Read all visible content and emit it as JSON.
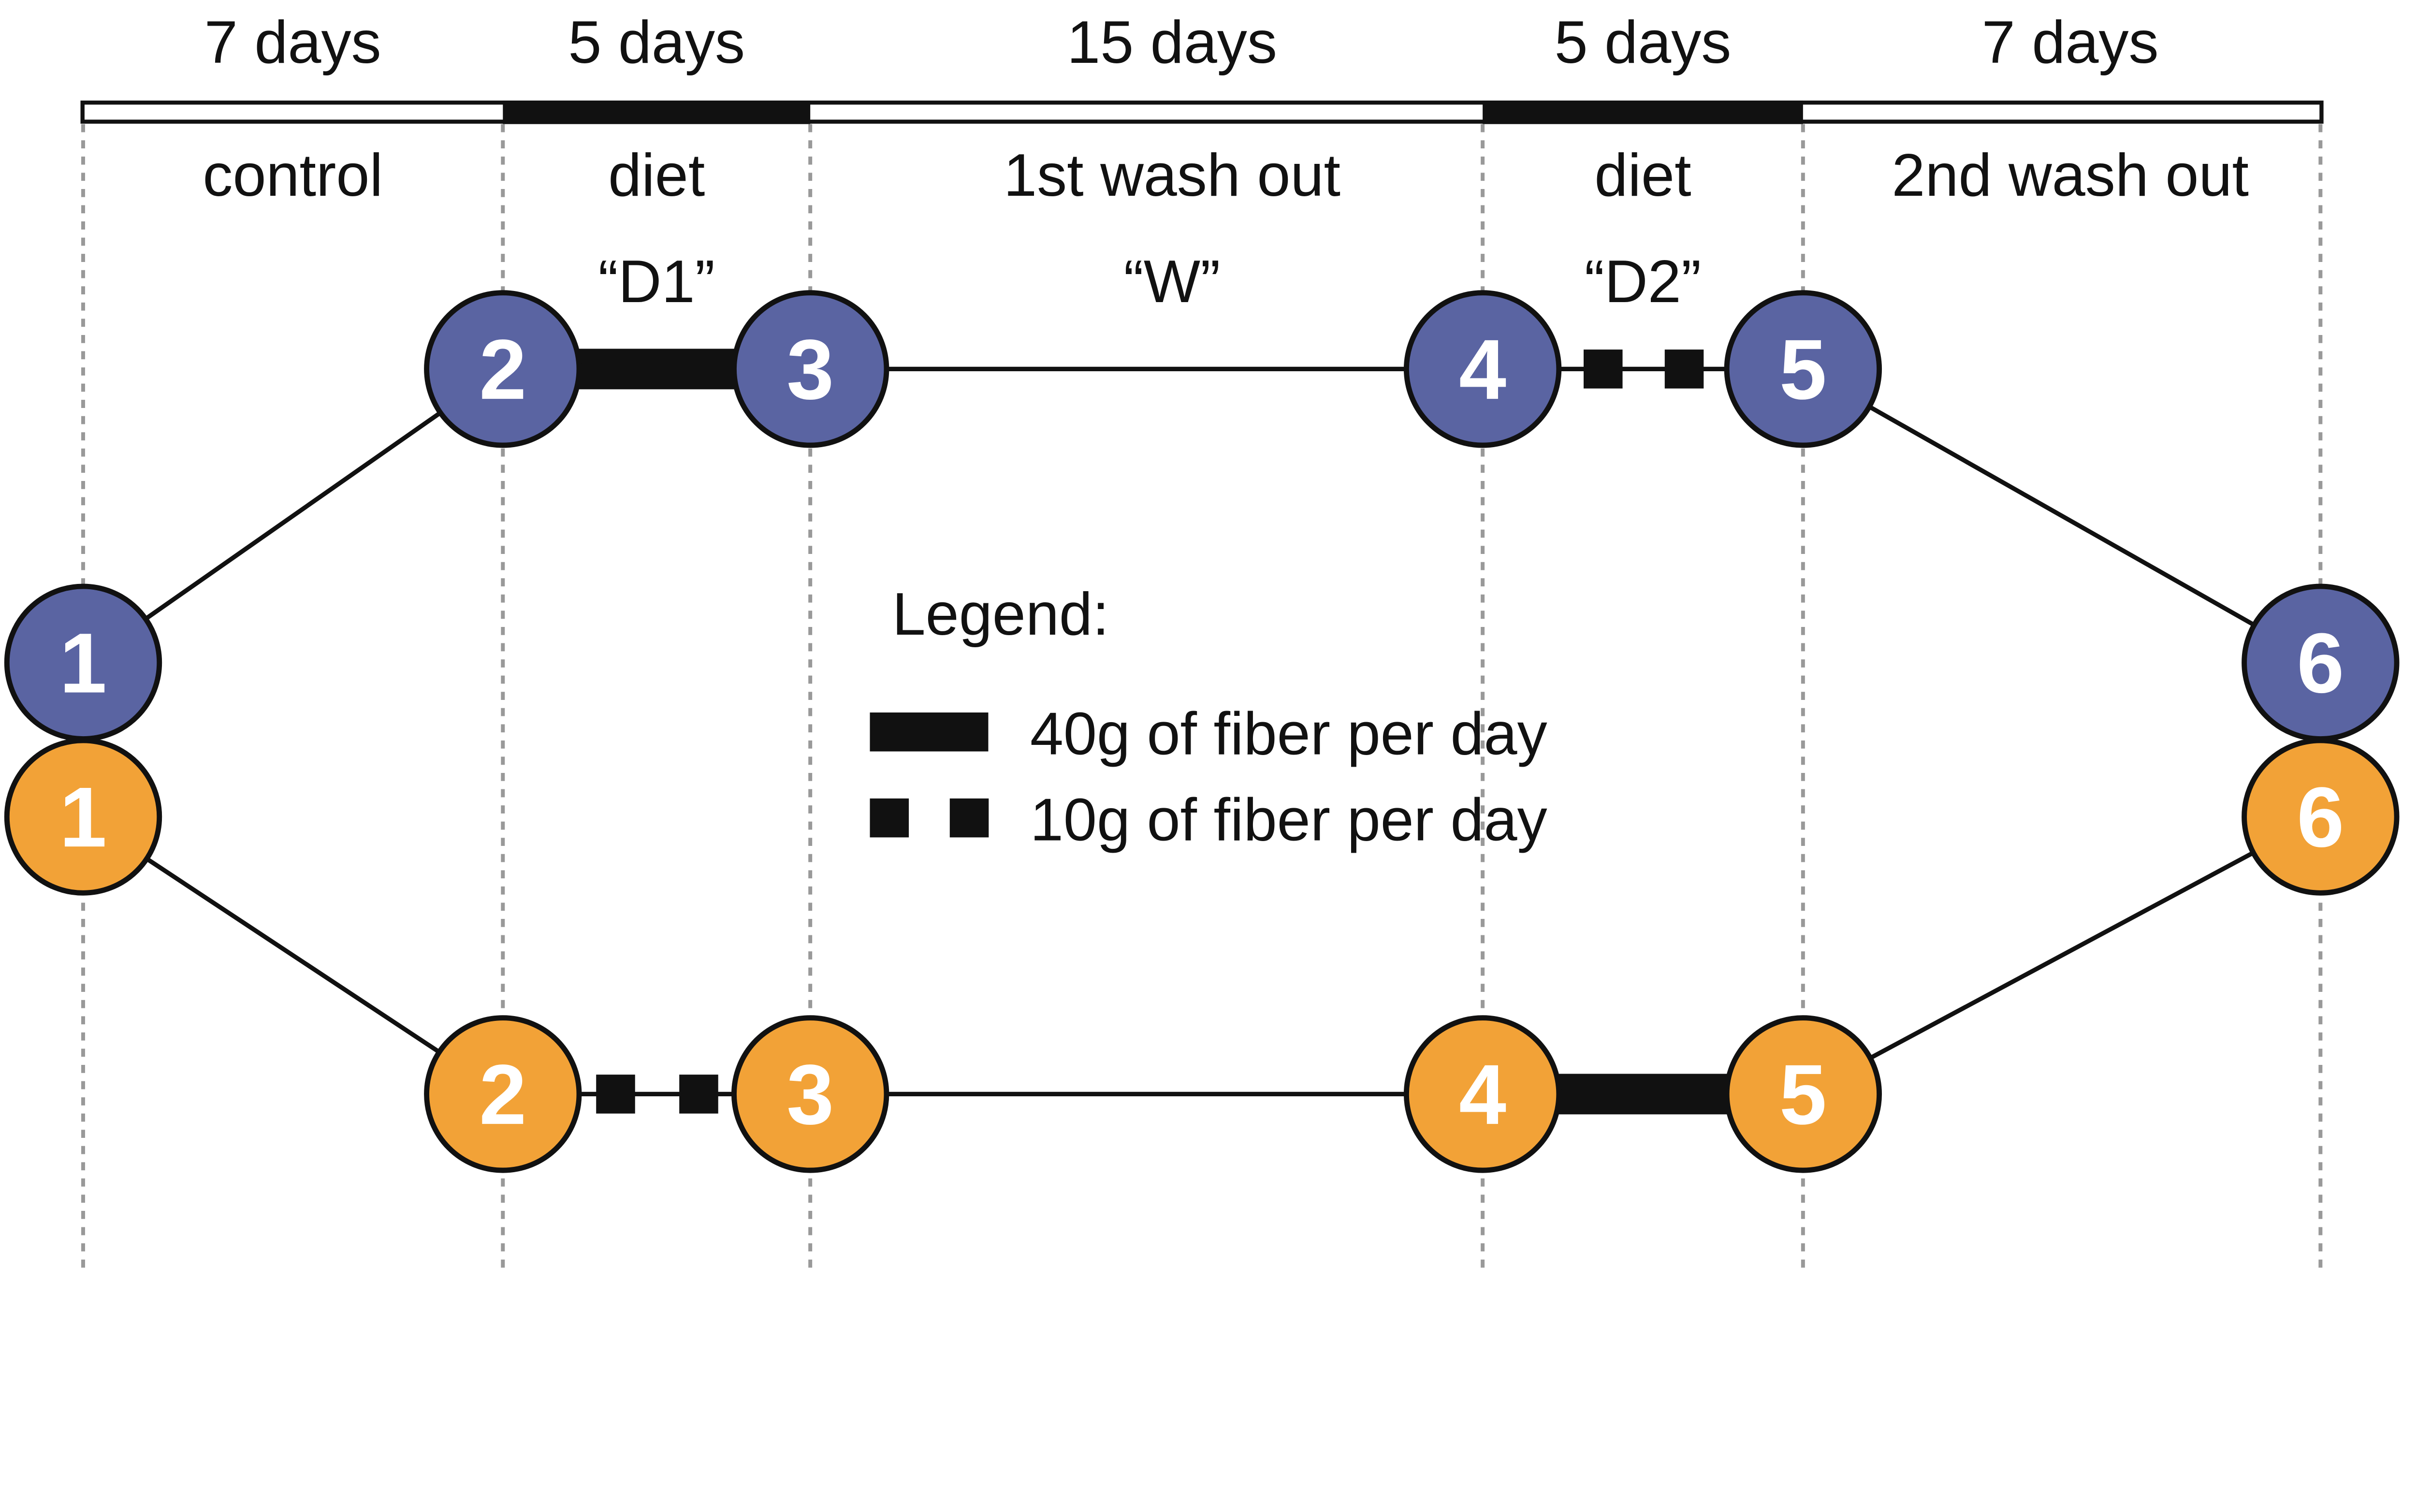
{
  "phases": [
    {
      "duration": "7 days",
      "name": "control",
      "code": ""
    },
    {
      "duration": "5 days",
      "name": "diet",
      "code": "“D1”"
    },
    {
      "duration": "15 days",
      "name": "1st wash out",
      "code": "“W”"
    },
    {
      "duration": "5 days",
      "name": "diet",
      "code": "“D2”"
    },
    {
      "duration": "7 days",
      "name": "2nd wash out",
      "code": ""
    }
  ],
  "nodes": {
    "blue": [
      "1",
      "2",
      "3",
      "4",
      "5",
      "6"
    ],
    "orange": [
      "1",
      "2",
      "3",
      "4",
      "5",
      "6"
    ]
  },
  "legend": {
    "title": "Legend:",
    "items": [
      {
        "swatch": "solid-bar",
        "label": "40g of fiber per day"
      },
      {
        "swatch": "dashed-squares",
        "label": "10g of fiber per day"
      }
    ]
  },
  "colors": {
    "blue_arm": "#5a64a2",
    "orange_arm": "#f2a237",
    "divider_gray": "#999999",
    "ink": "#111111"
  }
}
